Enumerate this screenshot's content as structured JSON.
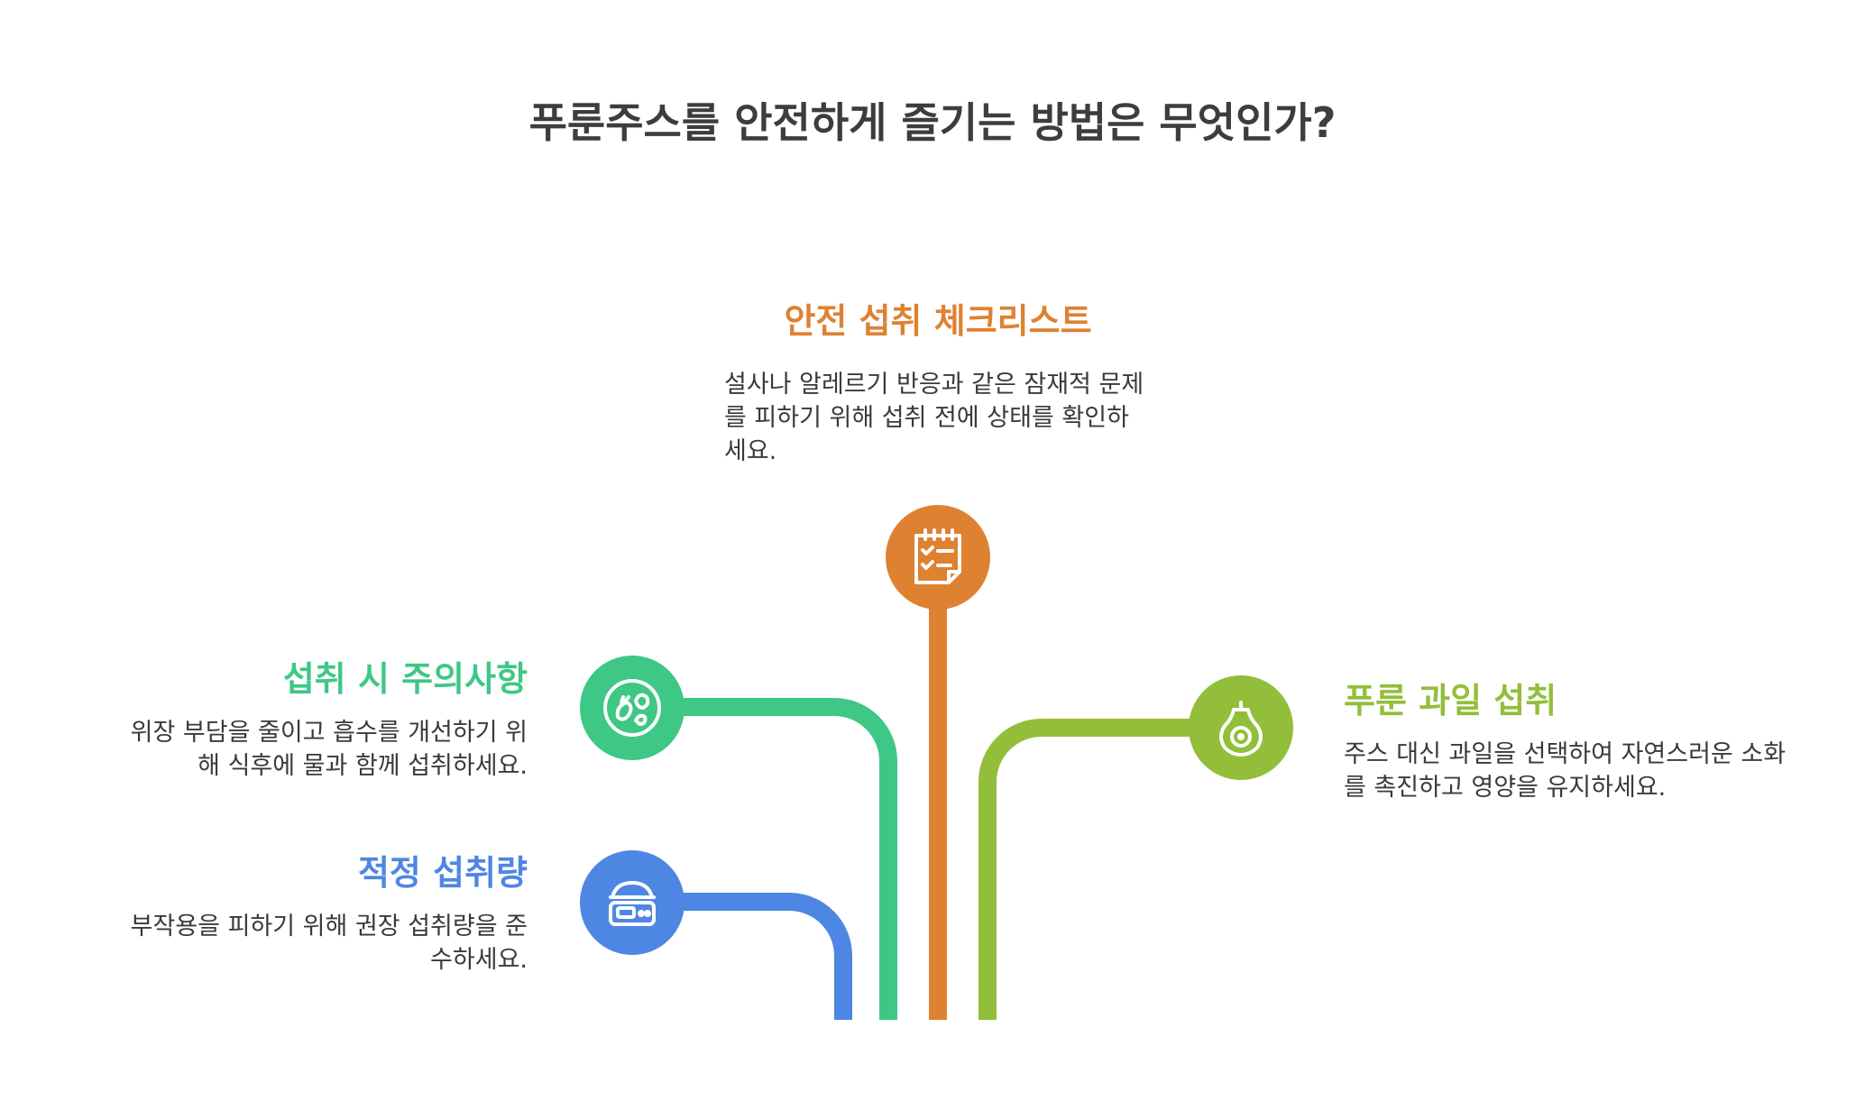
{
  "title": "푸룬주스를 안전하게 즐기는 방법은 무엇인가?",
  "colors": {
    "checklist": "#DE8231",
    "precautions": "#3EC785",
    "fruit": "#92BE3A",
    "amount": "#4E87E3"
  },
  "items": {
    "checklist": {
      "heading": "안전 섭취 체크리스트",
      "description": "설사나 알레르기 반응과 같은 잠재적 문제를 피하기 위해 섭취 전에 상태를 확인하세요.",
      "icon": "checklist-notepad-icon"
    },
    "precautions": {
      "heading": "섭취 시 주의사항",
      "description": "위장 부담을 줄이고 흡수를 개선하기 위해 식후에 물과 함께 섭취하세요.",
      "icon": "prune-plate-icon"
    },
    "fruit": {
      "heading": "푸룬 과일 섭취",
      "description": "주스 대신 과일을 선택하여 자연스러운 소화를 촉진하고 영양을 유지하세요.",
      "icon": "fig-fruit-icon"
    },
    "amount": {
      "heading": "적정 섭취량",
      "description": "부작용을 피하기 위해 권장 섭취량을 준수하세요.",
      "icon": "kitchen-scale-icon"
    }
  }
}
